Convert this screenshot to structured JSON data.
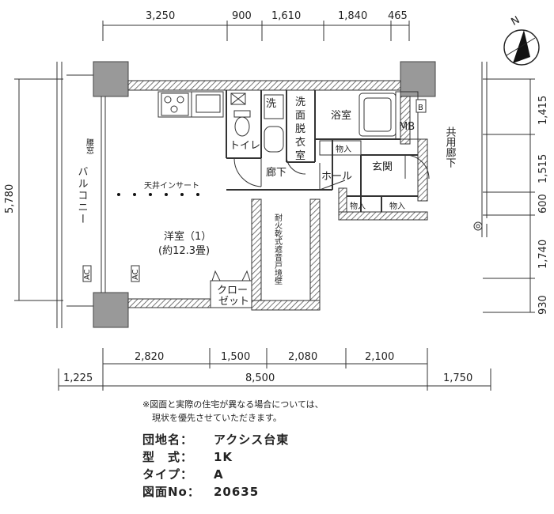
{
  "dimensions": {
    "top": [
      "3,250",
      "900",
      "1,610",
      "1,840",
      "465"
    ],
    "bottom_inner": [
      "2,820",
      "1,500",
      "2,080",
      "2,100"
    ],
    "bottom_outer": [
      "1,225",
      "8,500",
      "1,750"
    ],
    "left": "5,780",
    "right": [
      "1,415",
      "1,515",
      "600",
      "1,740",
      "930"
    ]
  },
  "compass": "N",
  "rooms": {
    "western_room": "洋室（1）",
    "western_room_size": "(約12.3畳)",
    "ceiling_insert": "天井インサート",
    "balcony": "バルコニー",
    "emergency": "腰窓",
    "closet_1": "クロー",
    "closet_2": "ゼット",
    "toilet": "トイレ",
    "wash": "洗",
    "washroom_1": "洗",
    "washroom_2": "面",
    "washroom_3": "脱",
    "washroom_4": "衣",
    "washroom_5": "室",
    "bath": "浴室",
    "mb": "MB",
    "b": "B",
    "corridor": "廊下",
    "hall": "ホール",
    "entrance": "玄関",
    "storage_1": "物入",
    "storage_2": "物入",
    "storage_3": "物入",
    "common_corridor": "共用廊下",
    "fire_wall": "耐火乾式遮音戸境壁",
    "ac_1": "AC",
    "ac_2": "AC"
  },
  "note_line1": "※図面と実際の住宅が異なる場合については、",
  "note_line2": "現状を優先させていただきます。",
  "info": {
    "complex_label": "団地名：",
    "complex_value": "アクシス台東",
    "type_label": "型　式：",
    "type_value": "1K",
    "layout_label": "タイプ：",
    "layout_value": "A",
    "drawing_label": "図面No：",
    "drawing_value": "20635"
  }
}
